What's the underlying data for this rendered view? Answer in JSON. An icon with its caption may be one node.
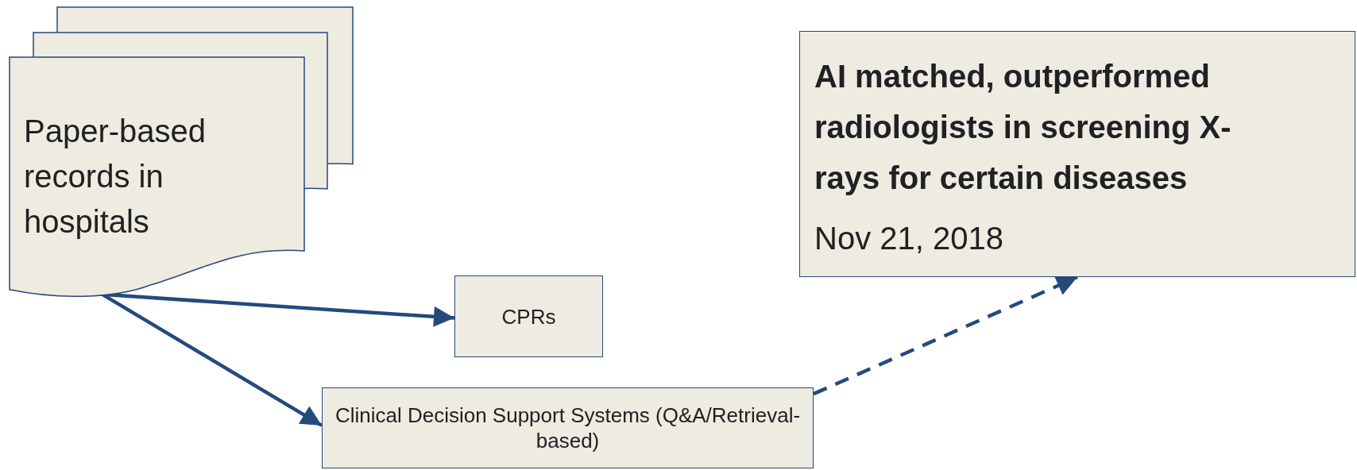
{
  "diagram": {
    "nodes": [
      {
        "text": [
          "Paper-based records in hospitals"
        ]
      },
      {
        "text": [
          "CPRs"
        ]
      },
      {
        "text": [
          "Clinical Decision Support Systems (Q&A/Retrieval-based)"
        ]
      },
      {
        "text": [
          "AI matched, outperformed radiologists in screening X-rays for certain diseases",
          "Nov 21, 2018"
        ]
      }
    ],
    "edges": [
      {
        "from": 0,
        "to": 1,
        "arrow": "to"
      },
      {
        "from": 0,
        "to": 2,
        "arrow": "to"
      },
      {
        "from": 2,
        "to": 3,
        "arrow": "to",
        "style": "dashed"
      }
    ]
  }
}
